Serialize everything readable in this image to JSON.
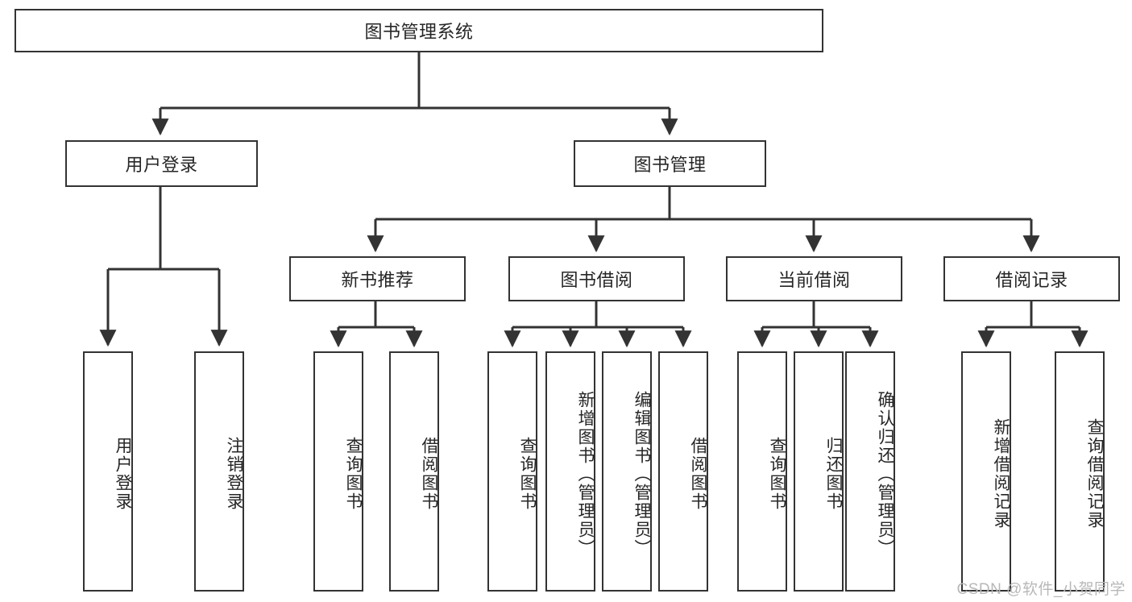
{
  "diagram": {
    "title": "图书管理系统",
    "type": "hierarchy-tree",
    "colors": {
      "stroke": "#333333",
      "box_fill": "#ffffff",
      "text": "#262626",
      "watermark": "#b8b8b8"
    },
    "nodes": {
      "root": {
        "label": "图书管理系统"
      },
      "level1": [
        {
          "id": "user-login",
          "label": "用户登录"
        },
        {
          "id": "book-manage",
          "label": "图书管理"
        }
      ],
      "level2": [
        {
          "id": "new-book-recommend",
          "label": "新书推荐"
        },
        {
          "id": "book-borrow",
          "label": "图书借阅"
        },
        {
          "id": "current-borrow",
          "label": "当前借阅"
        },
        {
          "id": "borrow-record",
          "label": "借阅记录"
        }
      ],
      "leaves": {
        "user-login": [
          {
            "id": "leaf-user-login",
            "label": "用户登录"
          },
          {
            "id": "leaf-user-logout",
            "label": "注销登录"
          }
        ],
        "new-book-recommend": [
          {
            "id": "leaf-query-book-1",
            "label": "查询图书"
          },
          {
            "id": "leaf-borrow-book-1",
            "label": "借阅图书"
          }
        ],
        "book-borrow": [
          {
            "id": "leaf-query-book-2",
            "label": "查询图书"
          },
          {
            "id": "leaf-add-book",
            "label": "新增图书（管理员）"
          },
          {
            "id": "leaf-edit-book",
            "label": "编辑图书（管理员）"
          },
          {
            "id": "leaf-borrow-book-2",
            "label": "借阅图书"
          }
        ],
        "current-borrow": [
          {
            "id": "leaf-query-book-3",
            "label": "查询图书"
          },
          {
            "id": "leaf-return-book",
            "label": "归还图书"
          },
          {
            "id": "leaf-confirm-return",
            "label": "确认归还（管理员）"
          }
        ],
        "borrow-record": [
          {
            "id": "leaf-add-record",
            "label": "新增借阅记录"
          },
          {
            "id": "leaf-query-record",
            "label": "查询借阅记录"
          }
        ]
      }
    },
    "watermark": "CSDN @软件_小贺同学"
  }
}
